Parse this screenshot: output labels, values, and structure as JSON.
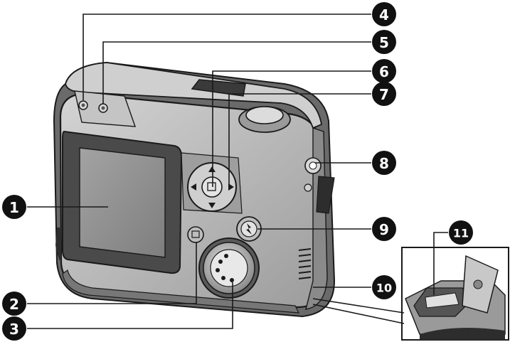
{
  "callouts": [
    {
      "label": "1"
    },
    {
      "label": "2"
    },
    {
      "label": "3"
    },
    {
      "label": "4"
    },
    {
      "label": "5"
    },
    {
      "label": "6"
    },
    {
      "label": "7"
    },
    {
      "label": "8"
    },
    {
      "label": "9"
    },
    {
      "label": "10"
    },
    {
      "label": "11"
    }
  ],
  "colors": {
    "callout_fill": "#111111",
    "camera_body": "#b9b9b9",
    "camera_dark": "#3a3a3a",
    "lcd": "#8f8f8f",
    "outline": "#1a1a1a"
  }
}
